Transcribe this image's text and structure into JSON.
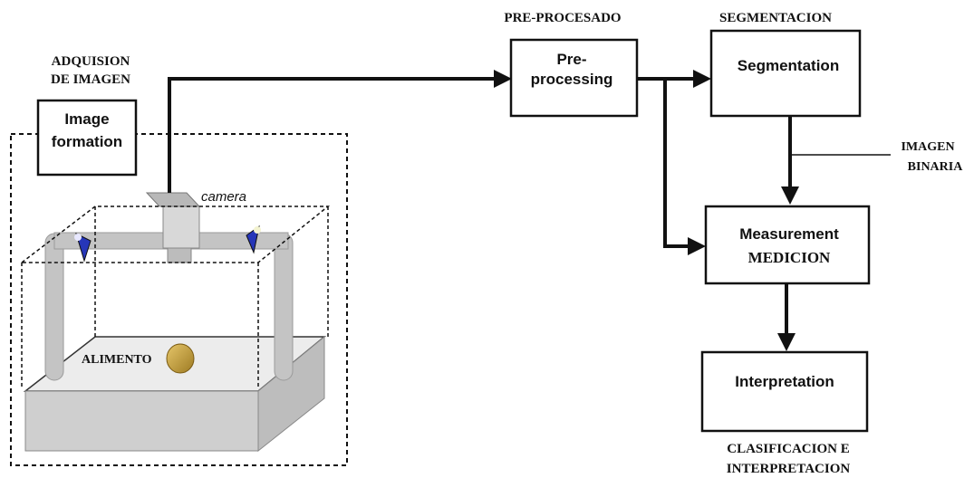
{
  "stage_labels": {
    "acquisition_line1": "ADQUISION",
    "acquisition_line2": "DE IMAGEN",
    "preprocessing": "PRE-PROCESADO",
    "segmentation": "SEGMENTACION",
    "binary_image_line1": "IMAGEN",
    "binary_image_line2": "BINARIA",
    "classification_line1": "CLASIFICACION E",
    "classification_line2": "INTERPRETACION"
  },
  "boxes": {
    "image_formation_line1": "Image",
    "image_formation_line2": "formation",
    "preprocessing_line1": "Pre-",
    "preprocessing_line2": "processing",
    "segmentation": "Segmentation",
    "measurement_line1": "Measurement",
    "measurement_line2": "MEDICION",
    "interpretation": "Interpretation"
  },
  "rig": {
    "camera_label": "camera",
    "food_label": "ALIMENTO"
  },
  "colors": {
    "line": "#111111",
    "rig_gray": "#c8c8c8",
    "rig_gray_dark": "#a9a9a9",
    "light_blue": "#2636b8",
    "food": "#c9a13a"
  }
}
